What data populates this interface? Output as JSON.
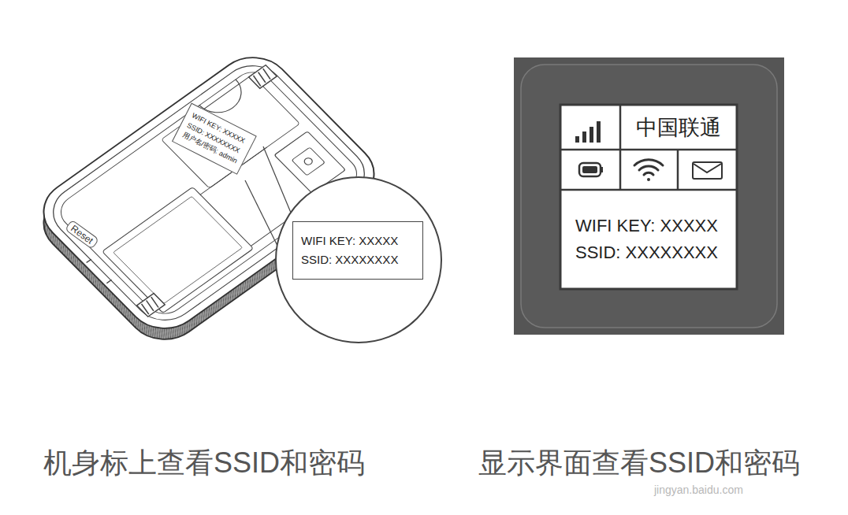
{
  "diagram": {
    "nodes": [
      {
        "text": [
          "WIFI KEY: XXXXX",
          "SSID: XXXXXXXX",
          "用户名/密码: admin"
        ]
      },
      {
        "text": [
          "WIFI KEY: XXXXX",
          "SSID: XXXXXXXX"
        ]
      },
      {
        "text": [
          "中国联通"
        ]
      },
      {
        "text": [
          "WIFI KEY: XXXXX",
          "SSID: XXXXXXXX"
        ]
      }
    ],
    "labels": [
      "Reset",
      "机身标上查看SSID和密码",
      "显示界面查看SSID和密码",
      "jingyan.baidu.com"
    ]
  }
}
